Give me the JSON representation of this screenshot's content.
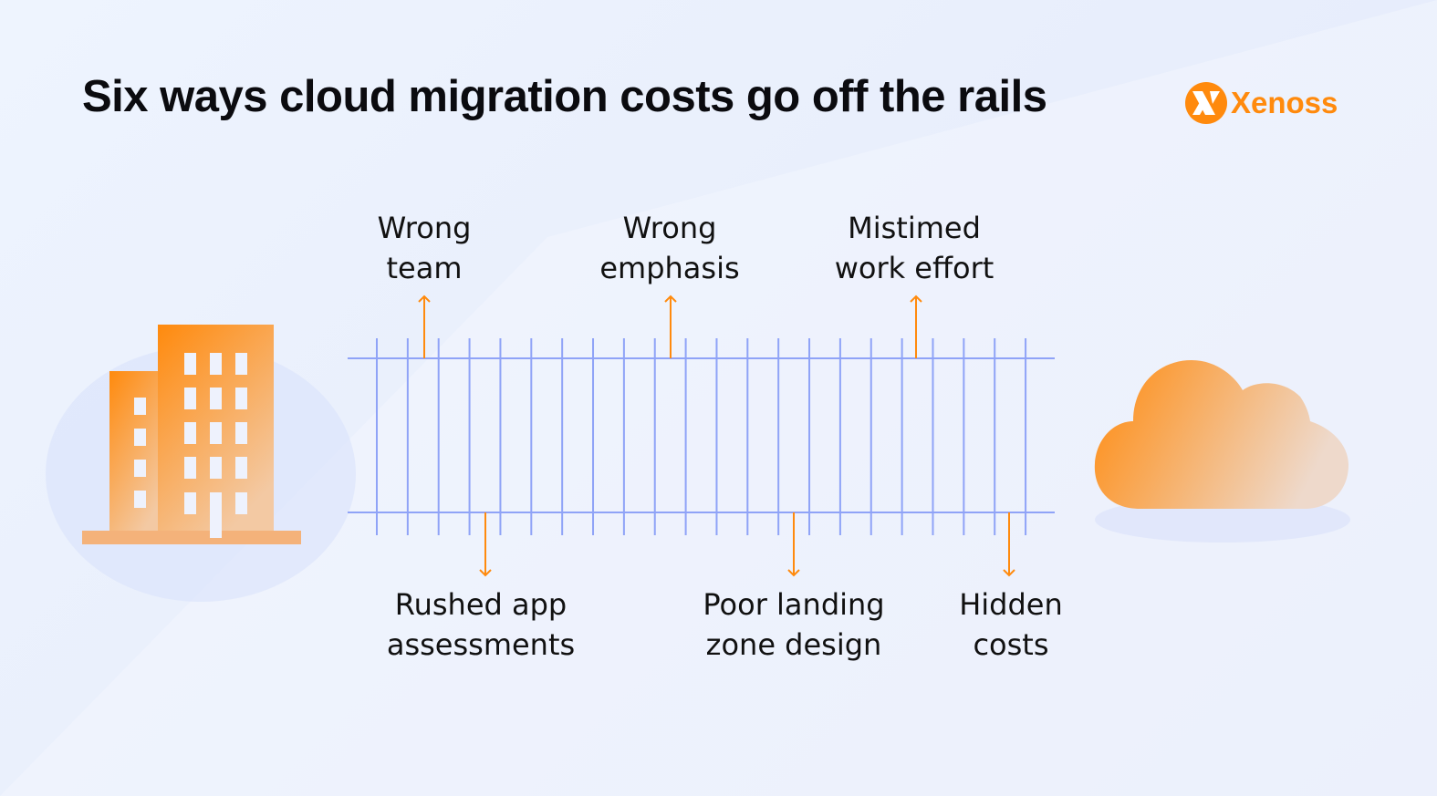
{
  "title": "Six ways cloud migration costs go off the rails",
  "logo": {
    "text": "Xenoss",
    "color": "#ff8a0d"
  },
  "labels_top": [
    {
      "line1": "Wrong",
      "line2": "team"
    },
    {
      "line1": "Wrong",
      "line2": "emphasis"
    },
    {
      "line1": "Mistimed",
      "line2": "work effort"
    }
  ],
  "labels_bottom": [
    {
      "line1": "Rushed app",
      "line2": "assessments"
    },
    {
      "line1": "Poor landing",
      "line2": "zone design"
    },
    {
      "line1": "Hidden",
      "line2": "costs"
    }
  ],
  "colors": {
    "rail": "#8fa3f7",
    "arrow": "#ff8a0d",
    "accent": "#ff8a0d"
  },
  "icons": [
    "building-icon",
    "cloud-icon",
    "xenoss-logo-icon"
  ]
}
